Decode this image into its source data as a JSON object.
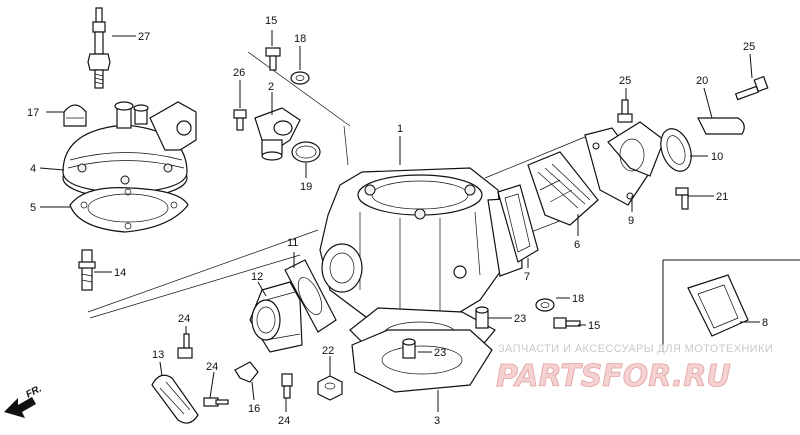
{
  "callouts": {
    "c1": "1",
    "c2": "2",
    "c3": "3",
    "c4": "4",
    "c5": "5",
    "c6": "6",
    "c7": "7",
    "c8": "8",
    "c9": "9",
    "c10": "10",
    "c11": "11",
    "c12": "12",
    "c13": "13",
    "c14": "14",
    "c15a": "15",
    "c15b": "15",
    "c16": "16",
    "c17": "17",
    "c18a": "18",
    "c18b": "18",
    "c19": "19",
    "c20": "20",
    "c21": "21",
    "c22": "22",
    "c23a": "23",
    "c23b": "23",
    "c24a": "24",
    "c24b": "24",
    "c24c": "24",
    "c25a": "25",
    "c25b": "25",
    "c26": "26",
    "c27": "27"
  },
  "direction_marker": "FR.",
  "watermark": {
    "tagline": "ЗАПЧАСТИ И АКСЕССУАРЫ ДЛЯ МОТОТЕХНИКИ",
    "logo": "PARTSFOR.RU"
  },
  "colors": {
    "ink": "#111111",
    "watermark_logo": "#f4d2d2",
    "watermark_text": "#c9c9c9"
  }
}
